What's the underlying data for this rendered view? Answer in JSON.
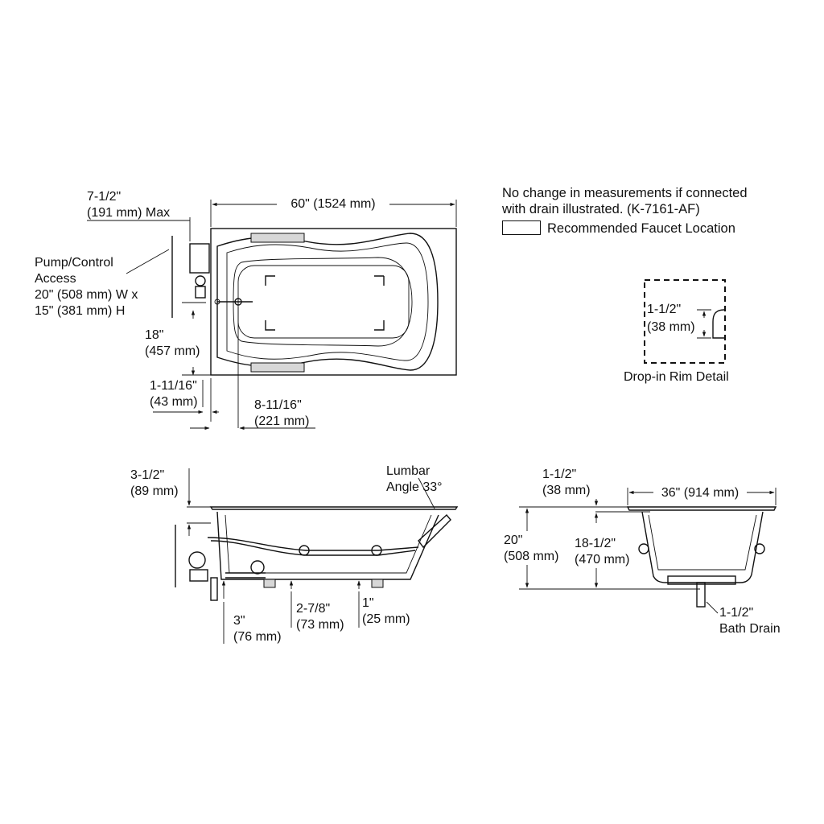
{
  "notes": {
    "line1": "No change in measurements if connected",
    "line2": "with drain illustrated. (K-7161-AF)",
    "faucet_legend": "Recommended Faucet Location"
  },
  "plan_view": {
    "length": "60\" (1524 mm)",
    "pump_offset_a": "7-1/2\"",
    "pump_offset_b": "(191 mm) Max",
    "pump_access_1": "Pump/Control",
    "pump_access_2": "Access",
    "pump_access_3": "20\" (508 mm) W x",
    "pump_access_4": "15\" (381 mm) H",
    "drain_center_a": "18\"",
    "drain_center_b": "(457 mm)",
    "rim_offset_a": "1-11/16\"",
    "rim_offset_b": "(43 mm)",
    "drain_offset_a": "8-11/16\"",
    "drain_offset_b": "(221 mm)"
  },
  "rim_detail": {
    "dim_a": "1-1/2\"",
    "dim_b": "(38 mm)",
    "title": "Drop-in Rim Detail"
  },
  "side_view": {
    "rim_height_a": "3-1/2\"",
    "rim_height_b": "(89 mm)",
    "lumbar_a": "Lumbar",
    "lumbar_b": "Angle 33°",
    "drain_a": "3\"",
    "drain_b": "(76 mm)",
    "foot_a": "2-7/8\"",
    "foot_b": "(73 mm)",
    "base_a": "1\"",
    "base_b": "(25 mm)"
  },
  "end_view": {
    "rim_a": "1-1/2\"",
    "rim_b": "(38 mm)",
    "width": "36\" (914 mm)",
    "height_a": "20\"",
    "height_b": "(508 mm)",
    "inner_a": "18-1/2\"",
    "inner_b": "(470 mm)",
    "drain_a": "1-1/2\"",
    "drain_b": "Bath Drain"
  }
}
